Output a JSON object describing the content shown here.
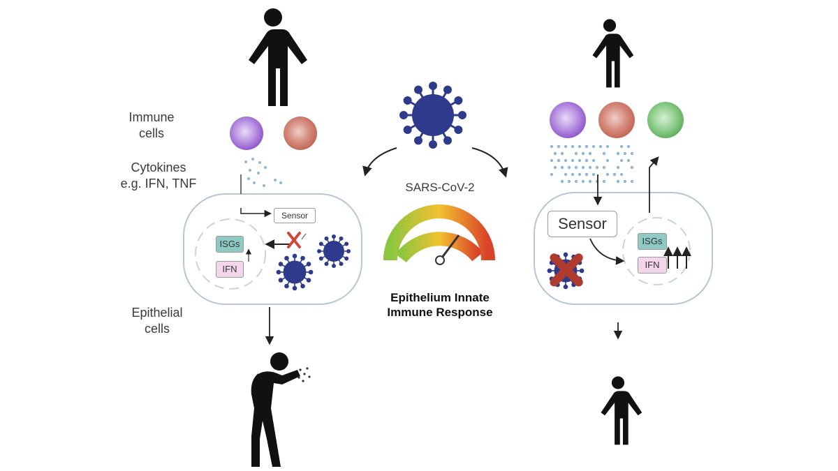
{
  "labels": {
    "immune_cells": "Immune\ncells",
    "cytokines": "Cytokines\ne.g. IFN, TNF",
    "epithelial_cells": "Epithelial\ncells",
    "virus": "SARS-CoV-2",
    "response": "Epithelium Innate\nImmune Response"
  },
  "left_cell": {
    "sensor": "Sensor",
    "isgs": "ISGs",
    "ifn": "IFN"
  },
  "right_cell": {
    "sensor": "Sensor",
    "isgs": "ISGs",
    "ifn": "IFN"
  },
  "colors": {
    "figure": "#111111",
    "virus": "#2e3a8c",
    "virus_inhibited": "#b03a2e",
    "immune_purple": "#9b59d0",
    "immune_red": "#c96a5a",
    "immune_green": "#6bb86b",
    "cytokine_dots": "#8fb8d8",
    "cell_outline": "#b7c6d6",
    "isgs_bg": "#8ec9c4",
    "ifn_bg": "#f3d6ea",
    "block_x": "#d0463a"
  },
  "icons": [
    "person-standing-icon",
    "person-coughing-icon",
    "virus-icon",
    "gauge-icon",
    "immune-cell-icon"
  ]
}
